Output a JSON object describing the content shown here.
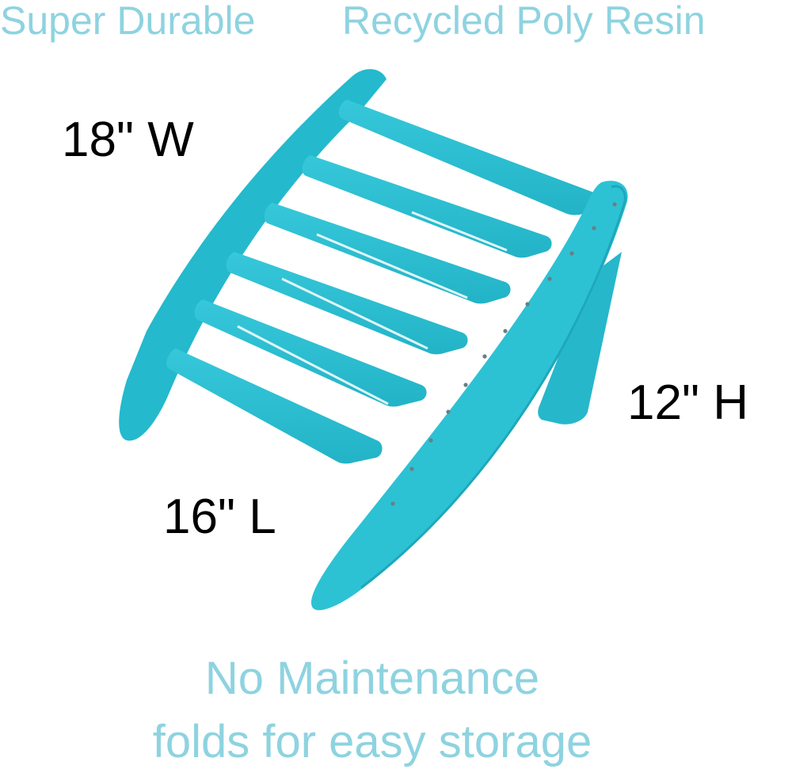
{
  "header": {
    "left_text": "Super Durable",
    "right_text": "Recycled Poly Resin"
  },
  "dimensions": {
    "width_label": "18\" W",
    "height_label": "12\" H",
    "length_label": "16\" L"
  },
  "footer": {
    "line1": "No Maintenance",
    "line2": "folds for easy storage"
  },
  "colors": {
    "headline": "#8ed3e0",
    "product": "#2bbfd2"
  },
  "image": {
    "subject": "folding-footrest-icon"
  }
}
